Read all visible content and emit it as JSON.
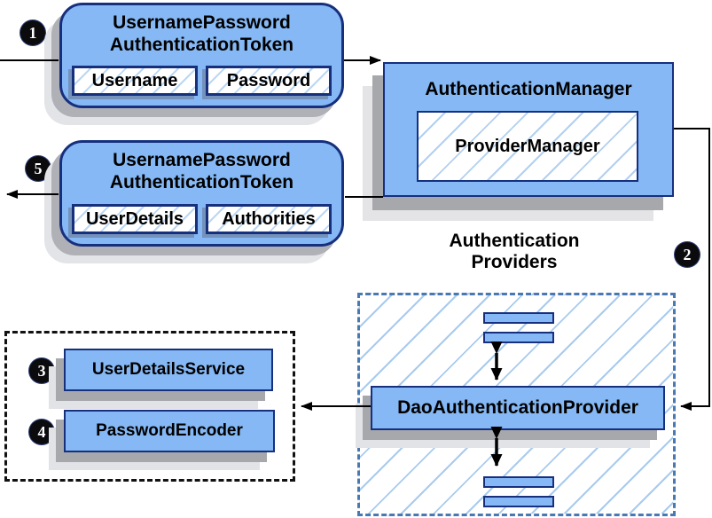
{
  "badges": {
    "step1": "1",
    "step2": "2",
    "step3": "3",
    "step4": "4",
    "step5": "5"
  },
  "token_request": {
    "title_line1": "UsernamePassword",
    "title_line2": "AuthenticationToken",
    "field1": "Username",
    "field2": "Password"
  },
  "auth_manager": {
    "title": "AuthenticationManager",
    "inner": "ProviderManager"
  },
  "token_response": {
    "title_line1": "UsernamePassword",
    "title_line2": "AuthenticationToken",
    "field1": "UserDetails",
    "field2": "Authorities"
  },
  "providers_group": {
    "title_line1": "Authentication",
    "title_line2": "Providers",
    "main_provider": "DaoAuthenticationProvider"
  },
  "services_group": {
    "service1": "UserDetailsService",
    "service2": "PasswordEncoder"
  },
  "colors": {
    "box_fill": "#85b8f4",
    "box_border": "#17307e",
    "hatch_line": "#aecdf0",
    "dashed_border": "#4a78b0",
    "shadow_dark": "#a7a8ac",
    "shadow_light": "#e4e4e7",
    "connector": "#000000"
  }
}
